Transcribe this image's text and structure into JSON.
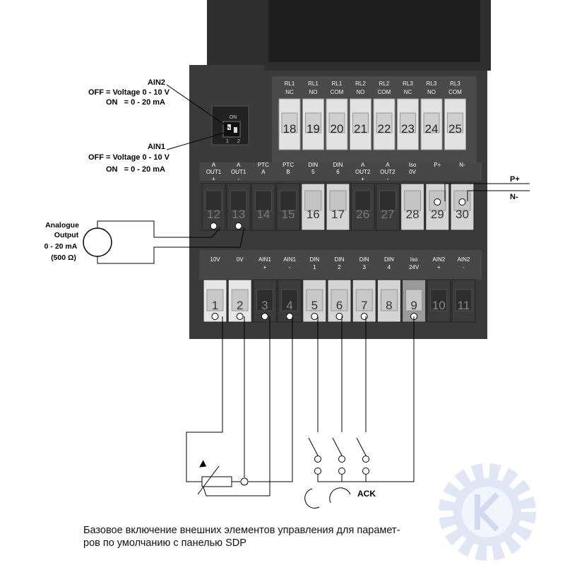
{
  "dip_switch": {
    "on_label": "ON",
    "positions": [
      "1",
      "2"
    ]
  },
  "ain2_note": {
    "title": "AIN2",
    "line1": "OFF = Voltage 0 - 10 V",
    "line2": "ON   = 0 - 20 mA"
  },
  "ain1_note": {
    "title": "AIN1",
    "line1": "OFF = Voltage 0 - 10 V",
    "line2": "ON   = 0 - 20 mA"
  },
  "analogue_output": {
    "line1": "Analogue",
    "line2": "Output",
    "line3": "0 - 20 mA",
    "line4": "(500 Ω)"
  },
  "rs485": {
    "p_plus": "P+",
    "n_minus": "N-"
  },
  "ack_label": "ACK",
  "relay_row": {
    "labels": [
      [
        "RL1",
        "NC"
      ],
      [
        "RL1",
        "NO"
      ],
      [
        "RL1",
        "COM"
      ],
      [
        "RL2",
        "NO"
      ],
      [
        "RL2",
        "COM"
      ],
      [
        "RL3",
        "NC"
      ],
      [
        "RL3",
        "NO"
      ],
      [
        "RL3",
        "COM"
      ]
    ],
    "numbers": [
      "18",
      "19",
      "20",
      "21",
      "22",
      "23",
      "24",
      "25"
    ]
  },
  "middle_row": {
    "labels": [
      [
        "A",
        "OUT1",
        "+"
      ],
      [
        "A",
        "OUT1",
        "-"
      ],
      [
        "PTC",
        "A",
        ""
      ],
      [
        "PTC",
        "B",
        ""
      ],
      [
        "DIN",
        "5",
        ""
      ],
      [
        "DIN",
        "6",
        ""
      ],
      [
        "A",
        "OUT2",
        "+"
      ],
      [
        "A",
        "OUT2",
        "-"
      ],
      [
        "Iso",
        "0V",
        ""
      ],
      [
        "P+",
        "",
        ""
      ],
      [
        "N-",
        "",
        ""
      ]
    ],
    "numbers": [
      "12",
      "13",
      "14",
      "15",
      "16",
      "17",
      "26",
      "27",
      "28",
      "29",
      "30"
    ]
  },
  "bottom_row": {
    "labels": [
      [
        "10V",
        ""
      ],
      [
        "0V",
        ""
      ],
      [
        "AIN1",
        "+"
      ],
      [
        "AIN1",
        "-"
      ],
      [
        "DIN",
        "1"
      ],
      [
        "DIN",
        "2"
      ],
      [
        "DIN",
        "3"
      ],
      [
        "DIN",
        "4"
      ],
      [
        "Iso",
        "24V"
      ],
      [
        "AIN2",
        "+"
      ],
      [
        "AIN2",
        "-"
      ]
    ],
    "numbers": [
      "1",
      "2",
      "3",
      "4",
      "5",
      "6",
      "7",
      "8",
      "9",
      "10",
      "11"
    ]
  },
  "caption": {
    "line1": "Базовое включение внешних элементов управления для парамет-",
    "line2": "ров по умолчанию с панелью SDP"
  },
  "colors": {
    "housing": "#3a3a3a",
    "terminal_light": "#d4d4d4",
    "terminal_dark": "#3c3c3c",
    "watermark": "#c9d3ee"
  }
}
